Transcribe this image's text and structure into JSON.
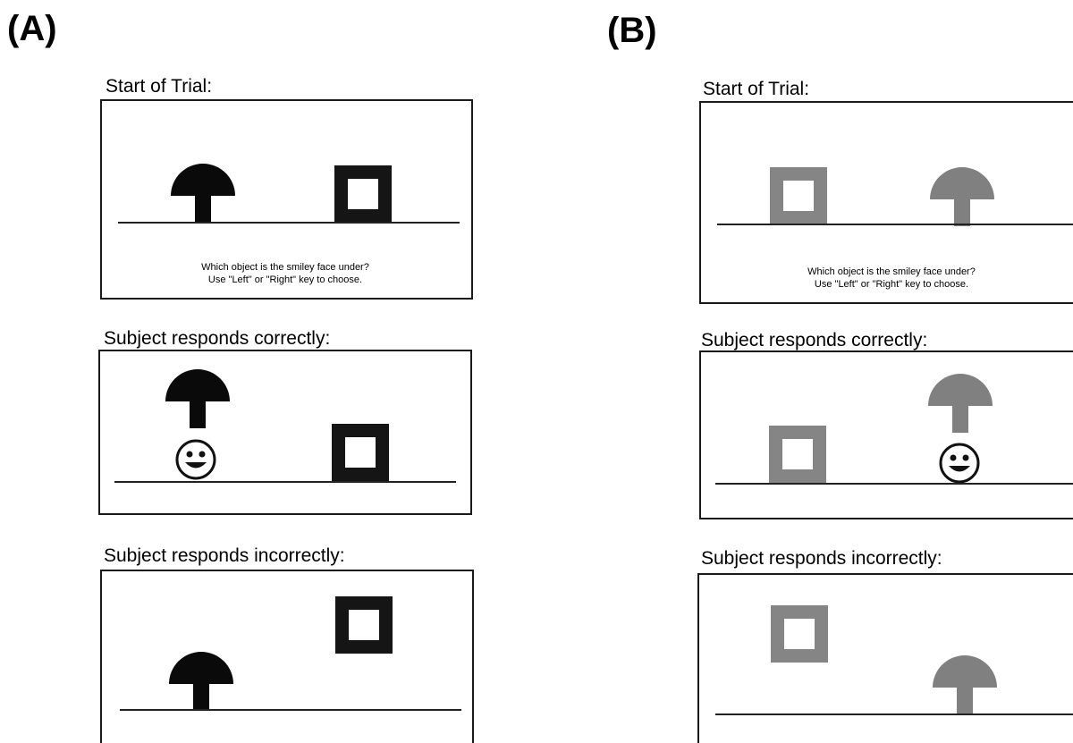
{
  "panels": [
    {
      "label": "(A)",
      "start_caption": "Start of Trial:",
      "correct_caption": "Subject responds correctly:",
      "incorrect_caption": "Subject responds incorrectly:",
      "prompt_line1": "Which object is the smiley face under?",
      "prompt_line2": "Use \"Left\" or \"Right\" key to choose.",
      "object_color": "#0a0a0a"
    },
    {
      "label": "(B)",
      "start_caption": "Start of Trial:",
      "correct_caption": "Subject responds correctly:",
      "incorrect_caption": "Subject responds incorrectly:",
      "prompt_line1": "Which object is the smiley face under?",
      "prompt_line2": "Use \"Left\" or \"Right\" key to choose.",
      "object_color": "#808080"
    }
  ],
  "icons": {
    "smiley": "smiley-face-icon",
    "mushroom": "mushroom-shape-icon",
    "square": "square-frame-shape-icon"
  }
}
